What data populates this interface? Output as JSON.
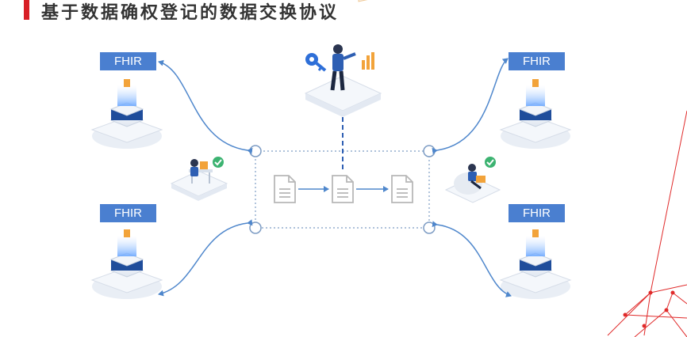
{
  "title": "基于数据确权登记的数据交换协议",
  "nodes": {
    "top_left_label": "FHIR",
    "bottom_left_label": "FHIR",
    "top_right_label": "FHIR",
    "bottom_right_label": "FHIR"
  },
  "icons": {
    "server": "server-stack-icon",
    "document": "document-icon",
    "key": "key-icon",
    "presenter": "presenter-person-icon",
    "desk_worker": "desk-worker-icon",
    "laptop_user": "laptop-user-icon",
    "check": "check-badge-icon"
  },
  "colors": {
    "accent_red": "#d81f26",
    "fhir_blue": "#4a7fd0",
    "arrow_blue": "#4f87cc",
    "check_green": "#3cb371"
  }
}
